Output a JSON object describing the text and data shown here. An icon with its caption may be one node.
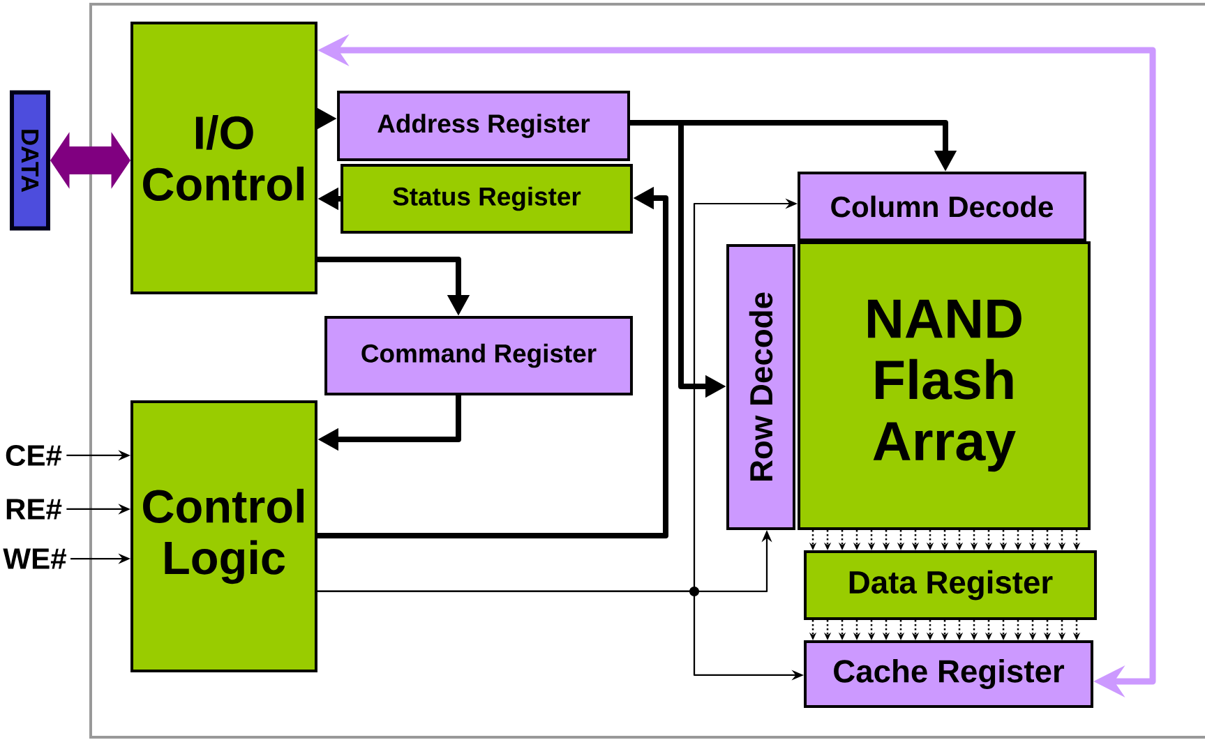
{
  "diagram": {
    "nodes": [
      {
        "text": [
          "DATA"
        ]
      },
      {
        "text": [
          "I/O Control"
        ]
      },
      {
        "text": [
          "Address Register"
        ]
      },
      {
        "text": [
          "Status Register"
        ]
      },
      {
        "text": [
          "Column Decode"
        ]
      },
      {
        "text": [
          "Row Decode"
        ]
      },
      {
        "text": [
          "NAND Flash Array"
        ]
      },
      {
        "text": [
          "Command Register"
        ]
      },
      {
        "text": [
          "Control Logic"
        ]
      },
      {
        "text": [
          "Data Register"
        ]
      },
      {
        "text": [
          "Cache Register"
        ]
      },
      {
        "text": [
          "CE#"
        ]
      },
      {
        "text": [
          "RE#"
        ]
      },
      {
        "text": [
          "WE#"
        ]
      }
    ],
    "edges": [
      {
        "from": 0,
        "to": 1,
        "arrow": "both",
        "style": "thick",
        "color": "#800080"
      },
      {
        "from": 1,
        "to": 2,
        "arrow": "to",
        "style": "thick"
      },
      {
        "from": 3,
        "to": 1,
        "arrow": "to",
        "style": "thick"
      },
      {
        "from": 2,
        "to": 4,
        "arrow": "to",
        "style": "thick"
      },
      {
        "from": 2,
        "to": 5,
        "arrow": "to",
        "style": "thick"
      },
      {
        "from": 1,
        "to": 7,
        "arrow": "to",
        "style": "thick"
      },
      {
        "from": 7,
        "to": 8,
        "arrow": "to",
        "style": "thick"
      },
      {
        "from": 8,
        "to": 3,
        "arrow": "to",
        "style": "thick"
      },
      {
        "from": 8,
        "to": 4,
        "arrow": "to"
      },
      {
        "from": 8,
        "to": 5,
        "arrow": "to"
      },
      {
        "from": 8,
        "to": 10,
        "arrow": "to"
      },
      {
        "from": 10,
        "to": 1,
        "arrow": "both",
        "style": "thick",
        "color": "#cc99ff"
      },
      {
        "from": 11,
        "to": 8,
        "arrow": "to"
      },
      {
        "from": 12,
        "to": 8,
        "arrow": "to"
      },
      {
        "from": 13,
        "to": 8,
        "arrow": "to"
      },
      {
        "from": 6,
        "to": 9,
        "arrow": "to",
        "style": "dashed"
      },
      {
        "from": 9,
        "to": 10,
        "arrow": "to",
        "style": "dashed"
      }
    ]
  }
}
